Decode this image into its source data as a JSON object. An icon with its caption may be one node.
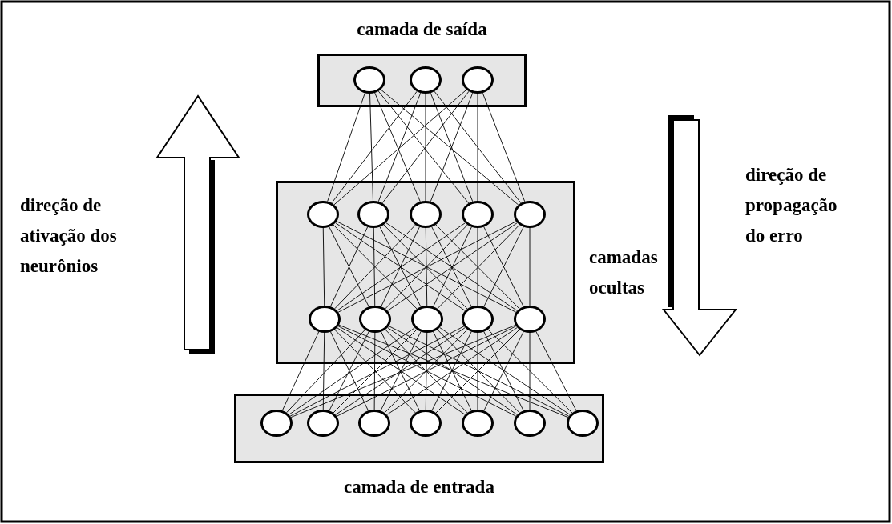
{
  "diagram": {
    "nodes": [
      {
        "text": [
          "camada de saída"
        ]
      },
      {
        "text": [],
        "shape": "circle",
        "in": 0
      },
      {
        "text": [],
        "shape": "circle",
        "in": 0
      },
      {
        "text": [],
        "shape": "circle",
        "in": 0
      },
      {
        "text": [],
        "shape": "box",
        "beside": [
          "camadas ocultas"
        ]
      },
      {
        "text": [],
        "shape": "circle",
        "in": 4
      },
      {
        "text": [],
        "shape": "circle",
        "in": 4
      },
      {
        "text": [],
        "shape": "circle",
        "in": 4
      },
      {
        "text": [],
        "shape": "circle",
        "in": 4
      },
      {
        "text": [],
        "shape": "circle",
        "in": 4
      },
      {
        "text": [],
        "shape": "circle",
        "in": 4
      },
      {
        "text": [],
        "shape": "circle",
        "in": 4
      },
      {
        "text": [],
        "shape": "circle",
        "in": 4
      },
      {
        "text": [],
        "shape": "circle",
        "in": 4
      },
      {
        "text": [],
        "shape": "circle",
        "in": 4
      },
      {
        "text": [
          "camada de entrada"
        ]
      },
      {
        "text": [],
        "shape": "circle",
        "in": 15
      },
      {
        "text": [],
        "shape": "circle",
        "in": 15
      },
      {
        "text": [],
        "shape": "circle",
        "in": 15
      },
      {
        "text": [],
        "shape": "circle",
        "in": 15
      },
      {
        "text": [],
        "shape": "circle",
        "in": 15
      },
      {
        "text": [],
        "shape": "circle",
        "in": 15
      },
      {
        "text": [],
        "shape": "circle",
        "in": 15
      }
    ],
    "edges": [
      {
        "from": 16,
        "to": 10,
        "arrow": "none"
      },
      {
        "from": 16,
        "to": 11,
        "arrow": "none"
      },
      {
        "from": 16,
        "to": 12,
        "arrow": "none"
      },
      {
        "from": 16,
        "to": 13,
        "arrow": "none"
      },
      {
        "from": 16,
        "to": 14,
        "arrow": "none"
      },
      {
        "from": 17,
        "to": 10,
        "arrow": "none"
      },
      {
        "from": 17,
        "to": 11,
        "arrow": "none"
      },
      {
        "from": 17,
        "to": 12,
        "arrow": "none"
      },
      {
        "from": 17,
        "to": 13,
        "arrow": "none"
      },
      {
        "from": 17,
        "to": 14,
        "arrow": "none"
      },
      {
        "from": 18,
        "to": 10,
        "arrow": "none"
      },
      {
        "from": 18,
        "to": 11,
        "arrow": "none"
      },
      {
        "from": 18,
        "to": 12,
        "arrow": "none"
      },
      {
        "from": 18,
        "to": 13,
        "arrow": "none"
      },
      {
        "from": 18,
        "to": 14,
        "arrow": "none"
      },
      {
        "from": 19,
        "to": 10,
        "arrow": "none"
      },
      {
        "from": 19,
        "to": 11,
        "arrow": "none"
      },
      {
        "from": 19,
        "to": 12,
        "arrow": "none"
      },
      {
        "from": 19,
        "to": 13,
        "arrow": "none"
      },
      {
        "from": 19,
        "to": 14,
        "arrow": "none"
      },
      {
        "from": 20,
        "to": 10,
        "arrow": "none"
      },
      {
        "from": 20,
        "to": 11,
        "arrow": "none"
      },
      {
        "from": 20,
        "to": 12,
        "arrow": "none"
      },
      {
        "from": 20,
        "to": 13,
        "arrow": "none"
      },
      {
        "from": 20,
        "to": 14,
        "arrow": "none"
      },
      {
        "from": 21,
        "to": 10,
        "arrow": "none"
      },
      {
        "from": 21,
        "to": 11,
        "arrow": "none"
      },
      {
        "from": 21,
        "to": 12,
        "arrow": "none"
      },
      {
        "from": 21,
        "to": 13,
        "arrow": "none"
      },
      {
        "from": 21,
        "to": 14,
        "arrow": "none"
      },
      {
        "from": 22,
        "to": 10,
        "arrow": "none"
      },
      {
        "from": 22,
        "to": 11,
        "arrow": "none"
      },
      {
        "from": 22,
        "to": 12,
        "arrow": "none"
      },
      {
        "from": 22,
        "to": 13,
        "arrow": "none"
      },
      {
        "from": 22,
        "to": 14,
        "arrow": "none"
      },
      {
        "from": 10,
        "to": 5,
        "arrow": "none"
      },
      {
        "from": 10,
        "to": 6,
        "arrow": "none"
      },
      {
        "from": 10,
        "to": 7,
        "arrow": "none"
      },
      {
        "from": 10,
        "to": 8,
        "arrow": "none"
      },
      {
        "from": 10,
        "to": 9,
        "arrow": "none"
      },
      {
        "from": 11,
        "to": 5,
        "arrow": "none"
      },
      {
        "from": 11,
        "to": 6,
        "arrow": "none"
      },
      {
        "from": 11,
        "to": 7,
        "arrow": "none"
      },
      {
        "from": 11,
        "to": 8,
        "arrow": "none"
      },
      {
        "from": 11,
        "to": 9,
        "arrow": "none"
      },
      {
        "from": 12,
        "to": 5,
        "arrow": "none"
      },
      {
        "from": 12,
        "to": 6,
        "arrow": "none"
      },
      {
        "from": 12,
        "to": 7,
        "arrow": "none"
      },
      {
        "from": 12,
        "to": 8,
        "arrow": "none"
      },
      {
        "from": 12,
        "to": 9,
        "arrow": "none"
      },
      {
        "from": 13,
        "to": 5,
        "arrow": "none"
      },
      {
        "from": 13,
        "to": 6,
        "arrow": "none"
      },
      {
        "from": 13,
        "to": 7,
        "arrow": "none"
      },
      {
        "from": 13,
        "to": 8,
        "arrow": "none"
      },
      {
        "from": 13,
        "to": 9,
        "arrow": "none"
      },
      {
        "from": 14,
        "to": 5,
        "arrow": "none"
      },
      {
        "from": 14,
        "to": 6,
        "arrow": "none"
      },
      {
        "from": 14,
        "to": 7,
        "arrow": "none"
      },
      {
        "from": 14,
        "to": 8,
        "arrow": "none"
      },
      {
        "from": 14,
        "to": 9,
        "arrow": "none"
      },
      {
        "from": 5,
        "to": 1,
        "arrow": "none"
      },
      {
        "from": 5,
        "to": 2,
        "arrow": "none"
      },
      {
        "from": 5,
        "to": 3,
        "arrow": "none"
      },
      {
        "from": 6,
        "to": 1,
        "arrow": "none"
      },
      {
        "from": 6,
        "to": 2,
        "arrow": "none"
      },
      {
        "from": 6,
        "to": 3,
        "arrow": "none"
      },
      {
        "from": 7,
        "to": 1,
        "arrow": "none"
      },
      {
        "from": 7,
        "to": 2,
        "arrow": "none"
      },
      {
        "from": 7,
        "to": 3,
        "arrow": "none"
      },
      {
        "from": 8,
        "to": 1,
        "arrow": "none"
      },
      {
        "from": 8,
        "to": 2,
        "arrow": "none"
      },
      {
        "from": 8,
        "to": 3,
        "arrow": "none"
      },
      {
        "from": 9,
        "to": 1,
        "arrow": "none"
      },
      {
        "from": 9,
        "to": 2,
        "arrow": "none"
      },
      {
        "from": 9,
        "to": 3,
        "arrow": "none"
      }
    ],
    "labels": [
      "direção de ativação dos neurônios",
      "direção de propagação do erro"
    ]
  }
}
